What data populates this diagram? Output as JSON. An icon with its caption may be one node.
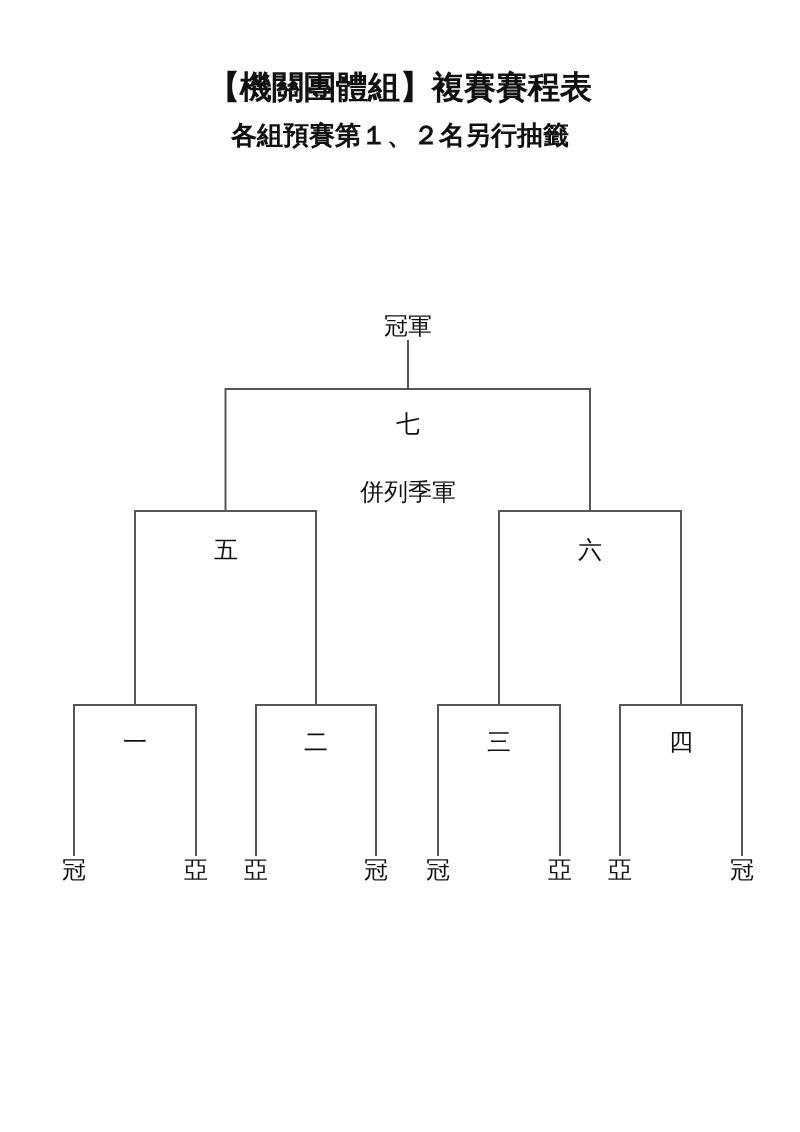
{
  "diagram": {
    "title": "【機關團體組】複賽賽程表",
    "nodes": [
      {
        "text": [
          "冠軍"
        ]
      },
      {
        "text": [
          "七",
          "併列季軍"
        ]
      },
      {
        "text": [
          "五"
        ]
      },
      {
        "text": [
          "六"
        ]
      },
      {
        "text": [
          "一"
        ]
      },
      {
        "text": [
          "二"
        ]
      },
      {
        "text": [
          "三"
        ]
      },
      {
        "text": [
          "四"
        ]
      },
      {
        "text": [
          "冠"
        ]
      },
      {
        "text": [
          "亞"
        ]
      },
      {
        "text": [
          "亞"
        ]
      },
      {
        "text": [
          "冠"
        ]
      },
      {
        "text": [
          "冠"
        ]
      },
      {
        "text": [
          "亞"
        ]
      },
      {
        "text": [
          "亞"
        ]
      },
      {
        "text": [
          "冠"
        ]
      }
    ],
    "edges": [
      {
        "from": 0,
        "to": 1,
        "arrow": "none"
      },
      {
        "from": 1,
        "to": 2,
        "arrow": "none"
      },
      {
        "from": 1,
        "to": 3,
        "arrow": "none"
      },
      {
        "from": 2,
        "to": 4,
        "arrow": "none"
      },
      {
        "from": 2,
        "to": 5,
        "arrow": "none"
      },
      {
        "from": 3,
        "to": 6,
        "arrow": "none"
      },
      {
        "from": 3,
        "to": 7,
        "arrow": "none"
      },
      {
        "from": 4,
        "to": 8,
        "arrow": "none"
      },
      {
        "from": 4,
        "to": 9,
        "arrow": "none"
      },
      {
        "from": 5,
        "to": 10,
        "arrow": "none"
      },
      {
        "from": 5,
        "to": 11,
        "arrow": "none"
      },
      {
        "from": 6,
        "to": 12,
        "arrow": "none"
      },
      {
        "from": 6,
        "to": 13,
        "arrow": "none"
      },
      {
        "from": 7,
        "to": 14,
        "arrow": "none"
      },
      {
        "from": 7,
        "to": 15,
        "arrow": "none"
      }
    ],
    "labels": [
      "各組預賽第１、２名另行抽籤"
    ]
  }
}
